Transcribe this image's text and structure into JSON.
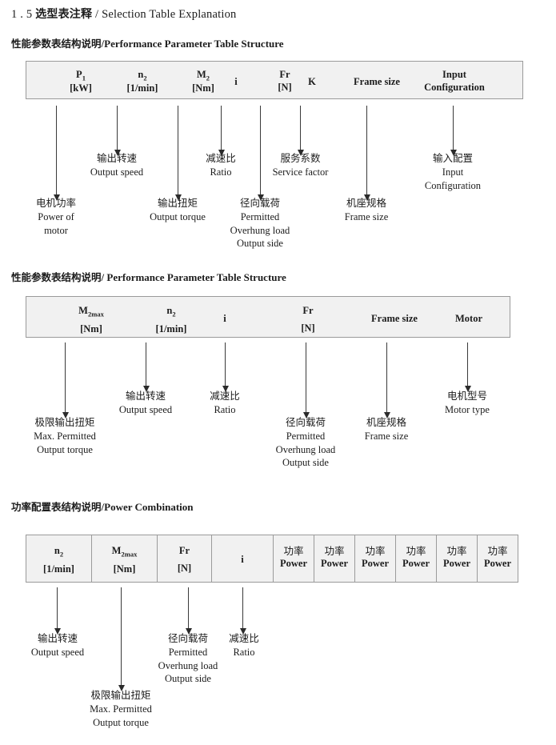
{
  "document": {
    "section_number": "1 . 5",
    "title_cn": "选型表注释",
    "title_sep": "/",
    "title_en": "Selection Table Explanation"
  },
  "sections": [
    {
      "heading_cn": "性能参数表结构说明",
      "heading_sep": "/",
      "heading_en": "Performance Parameter Table Structure",
      "table": {
        "columns": [
          {
            "symbol": "P",
            "sub": "1",
            "unit": "[kW]"
          },
          {
            "symbol": "n",
            "sub": "2",
            "unit": "[1/min]"
          },
          {
            "symbol": "M",
            "sub": "2",
            "unit": "[Nm]"
          },
          {
            "symbol": "i",
            "sub": "",
            "unit": ""
          },
          {
            "symbol": "Fr",
            "sub": "",
            "unit": "[N]"
          },
          {
            "symbol": "K",
            "sub": "",
            "unit": ""
          },
          {
            "symbol": "Frame size",
            "sub": "",
            "unit": ""
          },
          {
            "symbol": "Input",
            "sub": "",
            "unit": "Configuration"
          }
        ]
      },
      "notes": [
        {
          "cn": "电机功率",
          "en1": "Power of",
          "en2": "motor",
          "en3": "",
          "en4": ""
        },
        {
          "cn": "输出转速",
          "en1": "Output speed",
          "en2": "",
          "en3": "",
          "en4": ""
        },
        {
          "cn": "输出扭矩",
          "en1": "Output torque",
          "en2": "",
          "en3": "",
          "en4": ""
        },
        {
          "cn": "减速比",
          "en1": "Ratio",
          "en2": "",
          "en3": "",
          "en4": ""
        },
        {
          "cn": "径向载荷",
          "en1": "Permitted",
          "en2": "Overhung load",
          "en3": "Output side",
          "en4": ""
        },
        {
          "cn": "服务系数",
          "en1": "Service factor",
          "en2": "",
          "en3": "",
          "en4": ""
        },
        {
          "cn": "机座规格",
          "en1": "Frame size",
          "en2": "",
          "en3": "",
          "en4": ""
        },
        {
          "cn": "输入配置",
          "en1": "Input",
          "en2": "Configuration",
          "en3": "",
          "en4": ""
        }
      ]
    },
    {
      "heading_cn": "性能参数表结构说明",
      "heading_sep": "/",
      "heading_en": "Performance Parameter Table Structure",
      "table": {
        "columns": [
          {
            "symbol": "M",
            "sub": "2max",
            "unit": "[Nm]"
          },
          {
            "symbol": "n",
            "sub": "2",
            "unit": "[1/min]"
          },
          {
            "symbol": "i",
            "sub": "",
            "unit": ""
          },
          {
            "symbol": "Fr",
            "sub": "",
            "unit": "[N]"
          },
          {
            "symbol": "Frame size",
            "sub": "",
            "unit": ""
          },
          {
            "symbol": "Motor",
            "sub": "",
            "unit": ""
          }
        ]
      },
      "notes": [
        {
          "cn": "极限输出扭矩",
          "en1": "Max. Permitted",
          "en2": "Output  torque",
          "en3": "",
          "en4": ""
        },
        {
          "cn": "输出转速",
          "en1": "Output speed",
          "en2": "",
          "en3": "",
          "en4": ""
        },
        {
          "cn": "减速比",
          "en1": "Ratio",
          "en2": "",
          "en3": "",
          "en4": ""
        },
        {
          "cn": "径向载荷",
          "en1": "Permitted",
          "en2": "Overhung load",
          "en3": "Output side",
          "en4": ""
        },
        {
          "cn": "机座规格",
          "en1": "Frame size",
          "en2": "",
          "en3": "",
          "en4": ""
        },
        {
          "cn": "电机型号",
          "en1": "Motor type",
          "en2": "",
          "en3": "",
          "en4": ""
        }
      ]
    },
    {
      "heading_cn": "功率配置表结构说明",
      "heading_sep": "/",
      "heading_en": "Power Combination",
      "table": {
        "columns": [
          {
            "symbol": "n",
            "sub": "2",
            "unit": "[1/min]"
          },
          {
            "symbol": "M",
            "sub": "2max",
            "unit": "[Nm]"
          },
          {
            "symbol": "Fr",
            "sub": "",
            "unit": "[N]"
          },
          {
            "symbol": "i",
            "sub": "",
            "unit": ""
          }
        ],
        "power_columns": [
          {
            "cn": "功率",
            "en": "Power"
          },
          {
            "cn": "功率",
            "en": "Power"
          },
          {
            "cn": "功率",
            "en": "Power"
          },
          {
            "cn": "功率",
            "en": "Power"
          },
          {
            "cn": "功率",
            "en": "Power"
          },
          {
            "cn": "功率",
            "en": "Power"
          }
        ]
      },
      "notes": [
        {
          "cn": "输出转速",
          "en1": "Output speed",
          "en2": "",
          "en3": "",
          "en4": ""
        },
        {
          "cn": "极限输出扭矩",
          "en1": "Max. Permitted",
          "en2": "Output  torque",
          "en3": "",
          "en4": ""
        },
        {
          "cn": "径向载荷",
          "en1": "Permitted",
          "en2": "Overhung load",
          "en3": "Output side",
          "en4": ""
        },
        {
          "cn": "减速比",
          "en1": "Ratio",
          "en2": "",
          "en3": "",
          "en4": ""
        }
      ]
    }
  ],
  "colors": {
    "table_fill": "#f1f1f1",
    "table_border": "#9a9a9a",
    "arrow": "#2b2b2b",
    "text": "#1c1c1c"
  }
}
